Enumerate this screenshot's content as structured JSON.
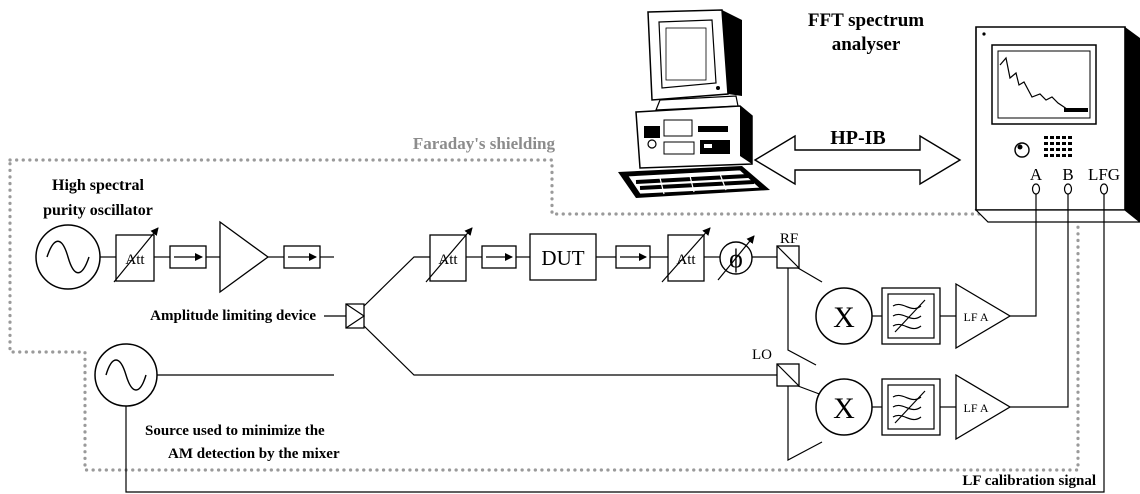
{
  "labels": {
    "fft_title_line1": "FFT spectrum",
    "fft_title_line2": "analyser",
    "faraday": "Faraday's shielding",
    "hpib": "HP-IB",
    "osc_line1": "High spectral",
    "osc_line2": "purity oscillator",
    "att": "Att",
    "dut": "DUT",
    "amp_limiting": "Amplitude limiting device",
    "rf": "RF",
    "lo": "LO",
    "lfa": "LF A",
    "port_a": "A",
    "port_b": "B",
    "port_lfg": "LFG",
    "source_line1": "Source used to minimize the",
    "source_line2": "AM detection by the mixer",
    "lf_cal": "LF calibration signal",
    "mixer_symbol": "X",
    "phase_symbol": "ϕ"
  },
  "icons": [
    "oscillator-icon",
    "computer-icon",
    "spectrum-analyser-icon",
    "filter-icon",
    "mixer-icon",
    "isolator-icon",
    "amplifier-icon",
    "phase-shifter-icon",
    "splitter-icon",
    "hybrid-coupler-icon"
  ]
}
